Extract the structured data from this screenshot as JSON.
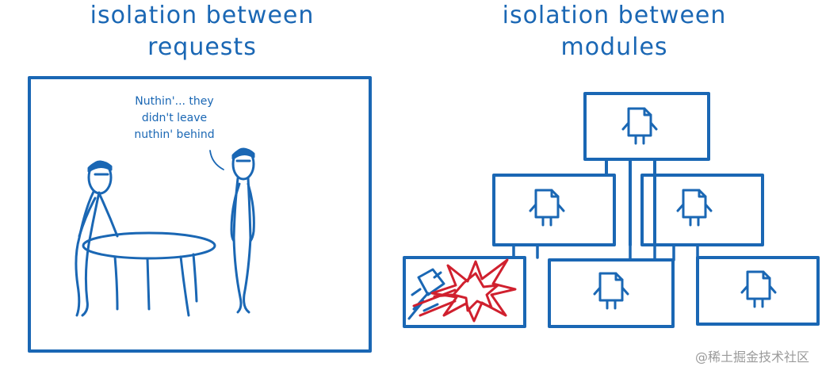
{
  "left_panel": {
    "title_lines": [
      "isolation between",
      "requests"
    ],
    "speech_lines": [
      "Nuthin'... they",
      "didn't leave",
      "nuthin' behind"
    ]
  },
  "right_panel": {
    "title_lines": [
      "isolation between",
      "modules"
    ]
  },
  "watermark": "@稀土掘金技术社区",
  "colors": {
    "ink": "#1a67b4",
    "explosion": "#d0202e",
    "watermark": "#9a9a9a"
  },
  "icons": [
    "stick-figure",
    "round-table",
    "module-file-character",
    "explosion-burst"
  ]
}
